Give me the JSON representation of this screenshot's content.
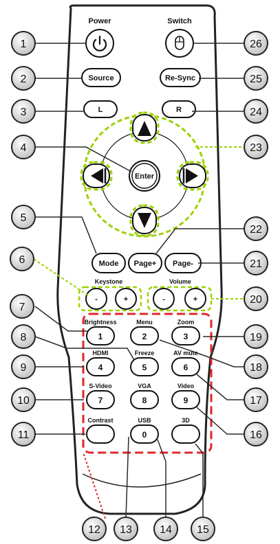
{
  "remote": {
    "power_label": "Power",
    "switch_label": "Switch",
    "source_label": "Source",
    "resync_label": "Re-Sync",
    "l_label": "L",
    "r_label": "R",
    "enter_label": "Enter",
    "mode_label": "Mode",
    "page_up_label": "Page+",
    "page_down_label": "Page-",
    "keystone_label": "Keystone",
    "volume_label": "Volume",
    "minus": "-",
    "plus": "+",
    "keypad": [
      {
        "caption": "Brightness",
        "key": "1"
      },
      {
        "caption": "Menu",
        "key": "2"
      },
      {
        "caption": "Zoom",
        "key": "3"
      },
      {
        "caption": "HDMI",
        "key": "4"
      },
      {
        "caption": "Freeze",
        "key": "5"
      },
      {
        "caption": "AV mute",
        "key": "6"
      },
      {
        "caption": "S-Video",
        "key": "7"
      },
      {
        "caption": "VGA",
        "key": "8"
      },
      {
        "caption": "Video",
        "key": "9"
      },
      {
        "caption": "Contrast",
        "key": ""
      },
      {
        "caption": "USB",
        "key": "0"
      },
      {
        "caption": "3D",
        "key": ""
      }
    ]
  },
  "callouts": [
    "1",
    "2",
    "3",
    "4",
    "5",
    "6",
    "7",
    "8",
    "9",
    "10",
    "11",
    "12",
    "13",
    "14",
    "15",
    "16",
    "17",
    "18",
    "19",
    "20",
    "21",
    "22",
    "23",
    "24",
    "25",
    "26"
  ],
  "colors": {
    "leader": "#2a2a2a",
    "highlight_green": "#9ad200",
    "keypad_box_red": "#e0262b",
    "callout_fill": "#d6d6d6"
  }
}
